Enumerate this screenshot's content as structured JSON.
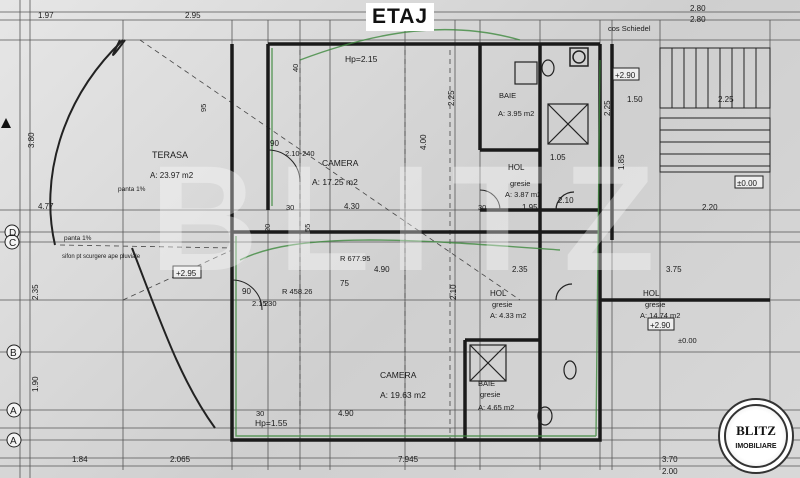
{
  "title": "ETAJ",
  "watermark": "BLITZ",
  "logo": {
    "brand": "BLITZ",
    "subtitle": "IMOBILIARE"
  },
  "rooms": {
    "terasa": {
      "name": "TERASA",
      "area": "A: 23.97 m2"
    },
    "camera1": {
      "name": "CAMERA",
      "area": "A: 17.25 m2",
      "height": "Hp=2.15"
    },
    "camera2": {
      "name": "CAMERA",
      "area": "A: 19.63 m2",
      "height": "Hp=1.55"
    },
    "baie1": {
      "name": "BAIE",
      "area": "A: 3.95 m2"
    },
    "hol1": {
      "name": "HOL",
      "floor": "gresie",
      "area": "A: 3.87 m2"
    },
    "hol2": {
      "name": "HOL",
      "floor": "gresie",
      "area": "A: 4.33 m2"
    },
    "hol3": {
      "name": "HOL",
      "floor": "gresie",
      "area": "A: 14.74 m2"
    },
    "baie2": {
      "name": "BAIE",
      "floor": "gresie",
      "area": "A: 4.65 m2"
    }
  },
  "levels": {
    "l1": "+2.90",
    "l2": "+2.95",
    "l3": "±0.00",
    "l4": "+2.90",
    "l5": "±0.00"
  },
  "doors": {
    "d1": "90",
    "d1b": "2.10-240",
    "d2": "90",
    "d2b": "2.15",
    "d2c": "230"
  },
  "arcs": {
    "r1": "R 677.95",
    "r2": "R 458.26"
  },
  "notes": {
    "panta": "panta 1%",
    "slope2": "panta 1%",
    "gutter": "sifon pt scurgere ape pluviale",
    "chimney": "cos Schiedel"
  },
  "axes": [
    "D",
    "C",
    "B",
    "A",
    "A"
  ],
  "dims": {
    "top": [
      "1.97",
      "2.95",
      "2.80",
      "2.80"
    ],
    "left": [
      "3.80",
      "2.35",
      "1.90"
    ],
    "bottom": [
      "1.84",
      "2.065",
      "7.945",
      "3.70",
      "2.00"
    ],
    "inner": [
      "2.25",
      "4.00",
      "2.25",
      "1.85",
      "4.30",
      "4.77",
      "4.90",
      "2.35",
      "1.95",
      "2.20",
      "3.75",
      "2.25",
      "1.05",
      "2.10",
      "1.50",
      "4.90",
      "2.10",
      "75",
      "30",
      "30",
      "30",
      "40",
      "55",
      "20",
      "95"
    ]
  }
}
